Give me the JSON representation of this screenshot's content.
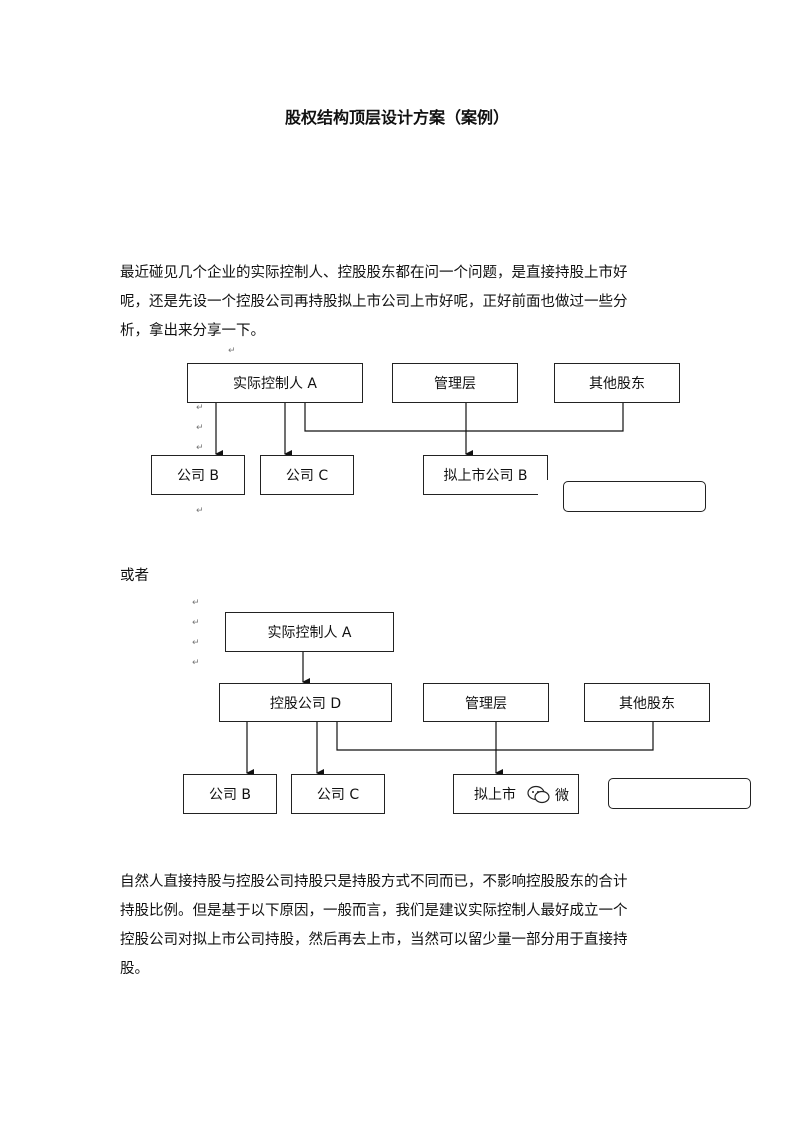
{
  "title": "股权结构顶层设计方案（案例）",
  "intro": {
    "lines": [
      "最近碰见几个企业的实际控制人、控股股东都在问一个问题，是直接持股上市好",
      "呢，还是先设一个控股公司再持股拟上市公司上市好呢，正好前面也做过一些分",
      "析，拿出来分享一下。"
    ]
  },
  "diagram1": {
    "controller": "实际控制人 A",
    "management": "管理层",
    "other_shareholders": "其他股东",
    "company_b": "公司 B",
    "company_c": "公司 C",
    "listing_company": "拟上市公司 B"
  },
  "or_label": "或者",
  "diagram2": {
    "controller": "实际控制人 A",
    "holding_company": "控股公司 D",
    "management": "管理层",
    "other_shareholders": "其他股东",
    "company_b": "公司 B",
    "company_c": "公司 C",
    "listing_company": "拟上市",
    "watermark_text": "微",
    "watermark_icon": "wechat-icon"
  },
  "conclusion": {
    "lines": [
      "自然人直接持股与控股公司持股只是持股方式不同而已，不影响控股股东的合计",
      "持股比例。但是基于以下原因，一般而言，我们是建议实际控制人最好成立一个",
      "控股公司对拟上市公司持股，然后再去上市，当然可以留少量一部分用于直接持",
      "股。"
    ]
  },
  "paragraph_mark": "↵"
}
